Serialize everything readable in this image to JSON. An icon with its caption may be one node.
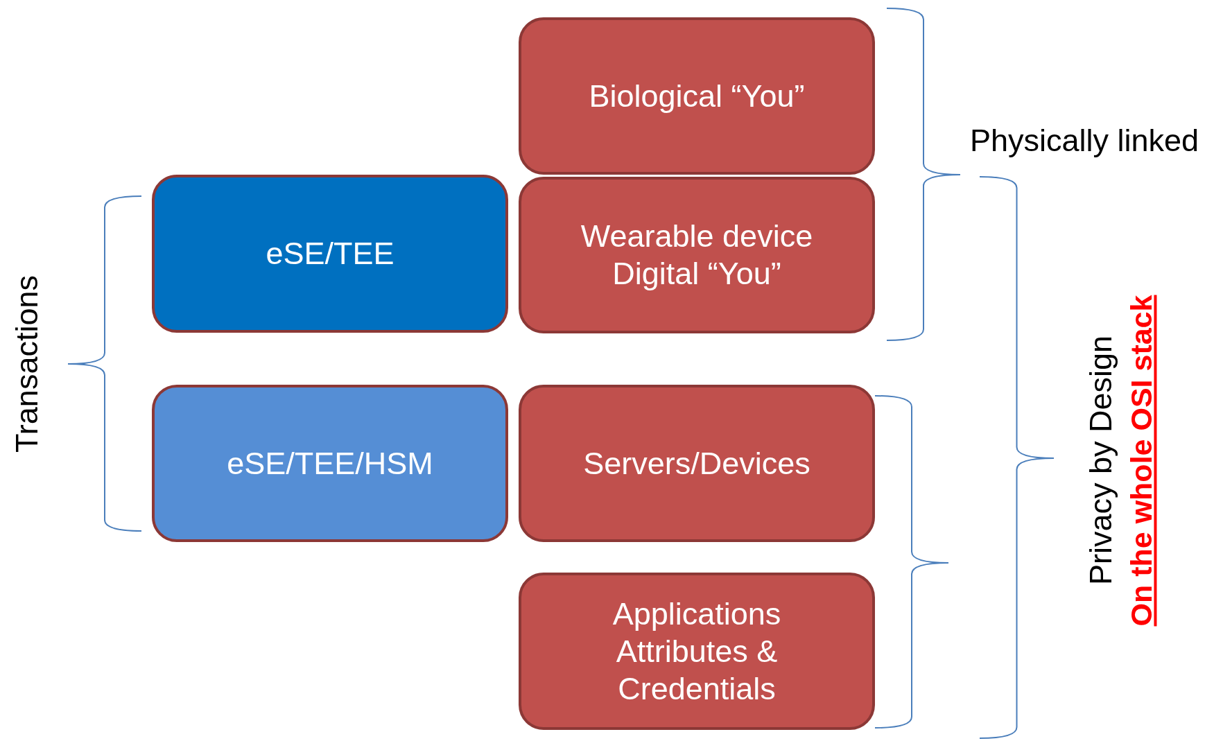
{
  "diagram": {
    "nodes": [
      {
        "text": [
          "Biological “You”"
        ]
      },
      {
        "text": [
          "Wearable device Digital “You”"
        ]
      },
      {
        "text": [
          "eSE/TEE"
        ]
      },
      {
        "text": [
          "eSE/TEE/HSM"
        ]
      },
      {
        "text": [
          "Servers/Devices"
        ]
      },
      {
        "text": [
          "Applications Attributes & Credentials"
        ]
      }
    ],
    "labels": [
      "Physically linked",
      "Transactions",
      "Privacy by Design",
      "On the whole OSI stack"
    ]
  }
}
